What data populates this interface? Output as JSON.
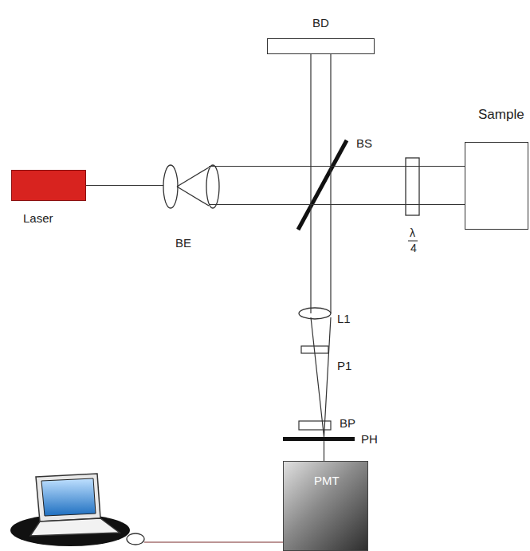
{
  "diagram": {
    "nodes": [
      {
        "text": [
          "Laser"
        ]
      },
      {
        "text": [
          "BD"
        ]
      },
      {
        "text": [
          "Sample"
        ]
      },
      {
        "text": [
          "PMT"
        ]
      }
    ],
    "edges": [
      {
        "from": 0,
        "to": 2,
        "arrow": "none"
      },
      {
        "from": 1,
        "to": 3,
        "arrow": "none"
      }
    ],
    "labels": [
      "BE",
      "BS",
      "λ",
      "4",
      "L1",
      "P1",
      "BP",
      "PH"
    ]
  }
}
